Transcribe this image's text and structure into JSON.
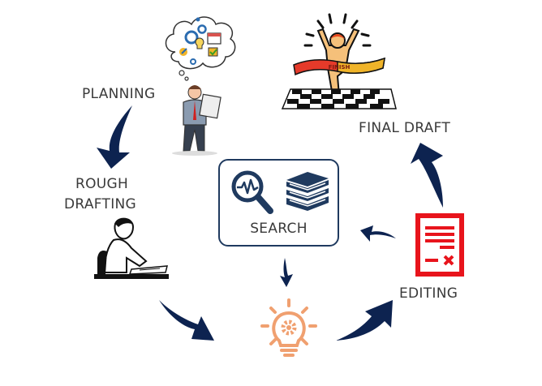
{
  "diagram": {
    "title": "",
    "colors": {
      "arrow": "#0d2350",
      "search_icon": "#1f3a5f",
      "editing_icon": "#e8141c",
      "idea_icon": "#f0a070",
      "text": "#3a3a3a"
    },
    "stages": [
      {
        "id": "planning",
        "label": "PLANNING",
        "icon": "thinking-man-icon"
      },
      {
        "id": "rough_drafting",
        "label_line1": "ROUGH",
        "label_line2": "DRAFTING",
        "icon": "writing-person-icon"
      },
      {
        "id": "idea",
        "label": "",
        "icon": "lightbulb-gear-icon"
      },
      {
        "id": "editing",
        "label": "EDITING",
        "icon": "document-edit-icon"
      },
      {
        "id": "final_draft",
        "label": "FINAL DRAFT",
        "icon": "finish-line-runner-icon"
      },
      {
        "id": "search",
        "label": "SEARCH",
        "icon": "magnifier-and-books-icon"
      }
    ],
    "finish_banner_text": "FINISH",
    "flow": [
      {
        "from": "planning",
        "to": "rough_drafting"
      },
      {
        "from": "rough_drafting",
        "to": "idea"
      },
      {
        "from": "idea",
        "to": "editing"
      },
      {
        "from": "editing",
        "to": "final_draft"
      },
      {
        "from": "editing",
        "to": "search"
      },
      {
        "from": "search",
        "to": "idea"
      }
    ]
  }
}
